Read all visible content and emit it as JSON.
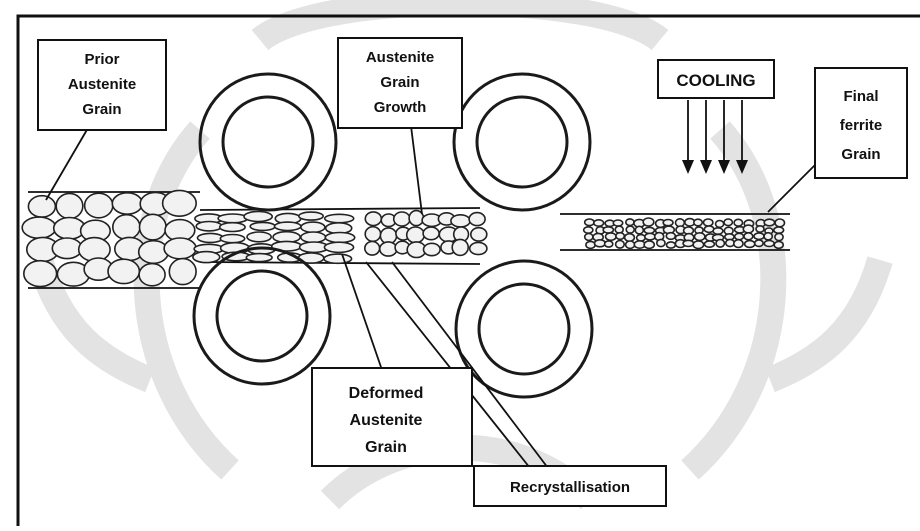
{
  "diagram": {
    "labels": {
      "prior": [
        "Prior",
        "Austenite",
        "Grain"
      ],
      "growth": [
        "Austenite",
        "Grain",
        "Growth"
      ],
      "cooling": "COOLING",
      "final": [
        "Final",
        "ferrite",
        "Grain"
      ],
      "deformed": [
        "Deformed",
        "Austenite",
        "Grain"
      ],
      "recryst": "Recrystallisation"
    },
    "colors": {
      "ink": "#111111",
      "watermark": "#d6d6d6",
      "grain_fill": "#f2f2f2",
      "background": "#ffffff"
    },
    "icons": [
      "roller",
      "cooling-arrow"
    ]
  }
}
